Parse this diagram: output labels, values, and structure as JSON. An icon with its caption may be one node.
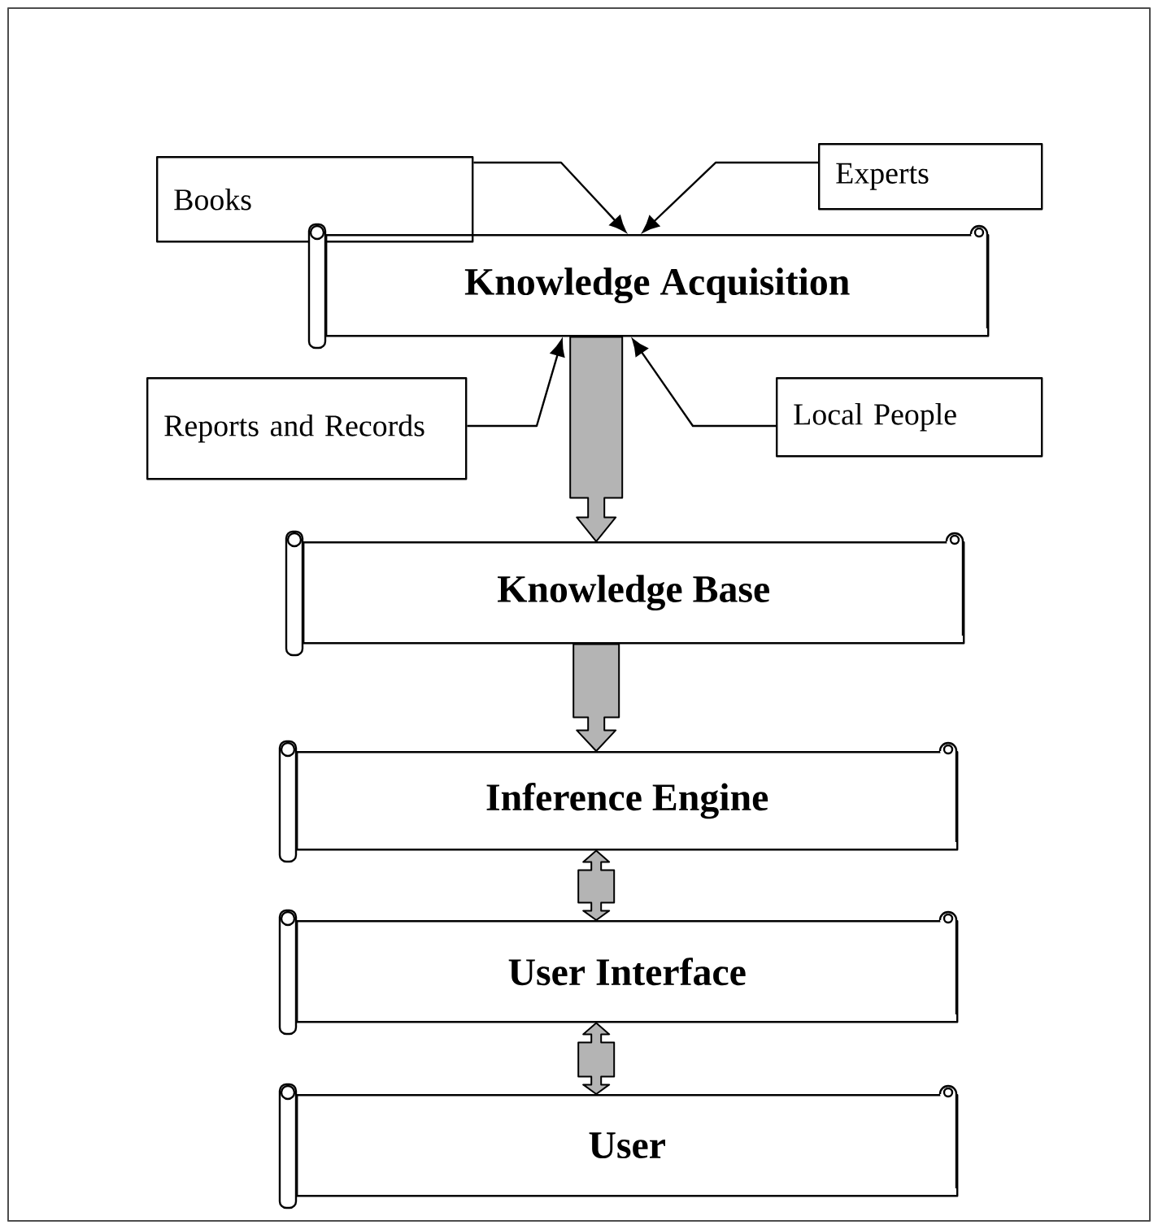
{
  "diagram": {
    "nodes": [
      {
        "text": [
          "Books"
        ]
      },
      {
        "text": [
          "Experts"
        ]
      },
      {
        "text": [
          "Knowledge Acquisition"
        ]
      },
      {
        "text": [
          "Reports and Records"
        ]
      },
      {
        "text": [
          "Local People"
        ]
      },
      {
        "text": [
          "Knowledge Base"
        ]
      },
      {
        "text": [
          "Inference Engine"
        ]
      },
      {
        "text": [
          "User Interface"
        ]
      },
      {
        "text": [
          "User"
        ]
      }
    ],
    "edges": [
      {
        "from": 0,
        "to": 2,
        "arrow": "to"
      },
      {
        "from": 1,
        "to": 2,
        "arrow": "to"
      },
      {
        "from": 3,
        "to": 2,
        "arrow": "to"
      },
      {
        "from": 4,
        "to": 2,
        "arrow": "to"
      },
      {
        "from": 2,
        "to": 5,
        "arrow": "to",
        "style": "thick",
        "color": "#b4b4b4"
      },
      {
        "from": 5,
        "to": 6,
        "arrow": "to",
        "style": "thick",
        "color": "#b4b4b4"
      },
      {
        "from": 6,
        "to": 7,
        "arrow": "both",
        "style": "thick",
        "color": "#b4b4b4"
      },
      {
        "from": 7,
        "to": 8,
        "arrow": "both",
        "style": "thick",
        "color": "#b4b4b4"
      }
    ]
  }
}
